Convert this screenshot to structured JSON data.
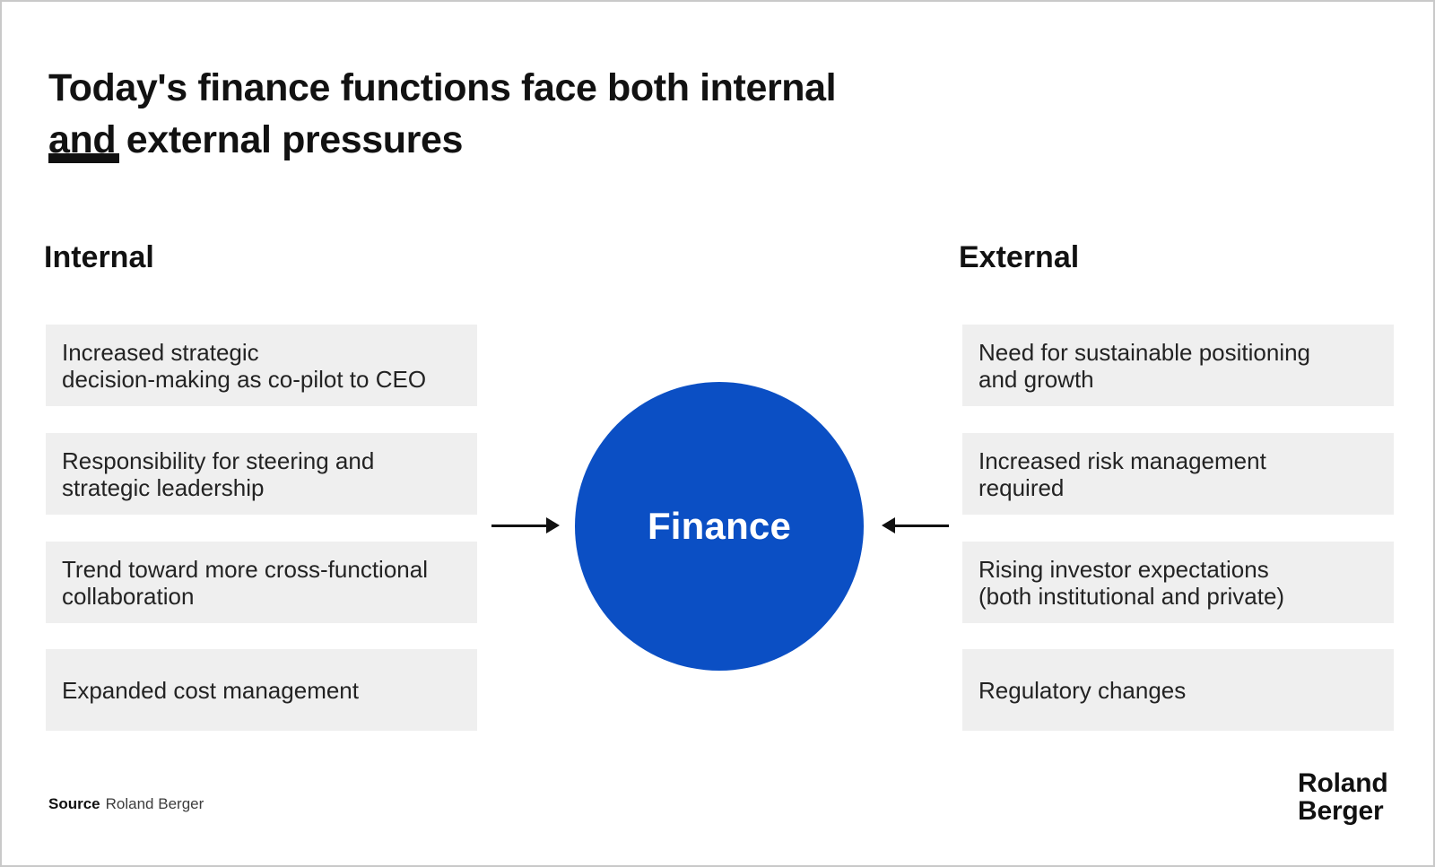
{
  "page": {
    "title": "Today's finance functions face both internal\nand external pressures",
    "source_label": "Source",
    "source_value": "Roland Berger"
  },
  "center": {
    "label": "Finance"
  },
  "columns": {
    "internal": {
      "heading": "Internal",
      "items": [
        "Increased strategic\ndecision-making as co-pilot to CEO",
        "Responsibility for steering and\nstrategic leadership",
        "Trend toward more cross-functional\ncollaboration",
        "Expanded cost management"
      ]
    },
    "external": {
      "heading": "External",
      "items": [
        "Need for sustainable positioning\nand growth",
        "Increased risk management\nrequired",
        "Rising investor expectations\n(both institutional and private)",
        "Regulatory changes"
      ]
    }
  },
  "logo": {
    "line1": "Roland",
    "line2": "Berger"
  },
  "colors": {
    "accent_blue": "#0b4fc4",
    "box_gray": "#efefef",
    "arrow_black": "#111111"
  }
}
